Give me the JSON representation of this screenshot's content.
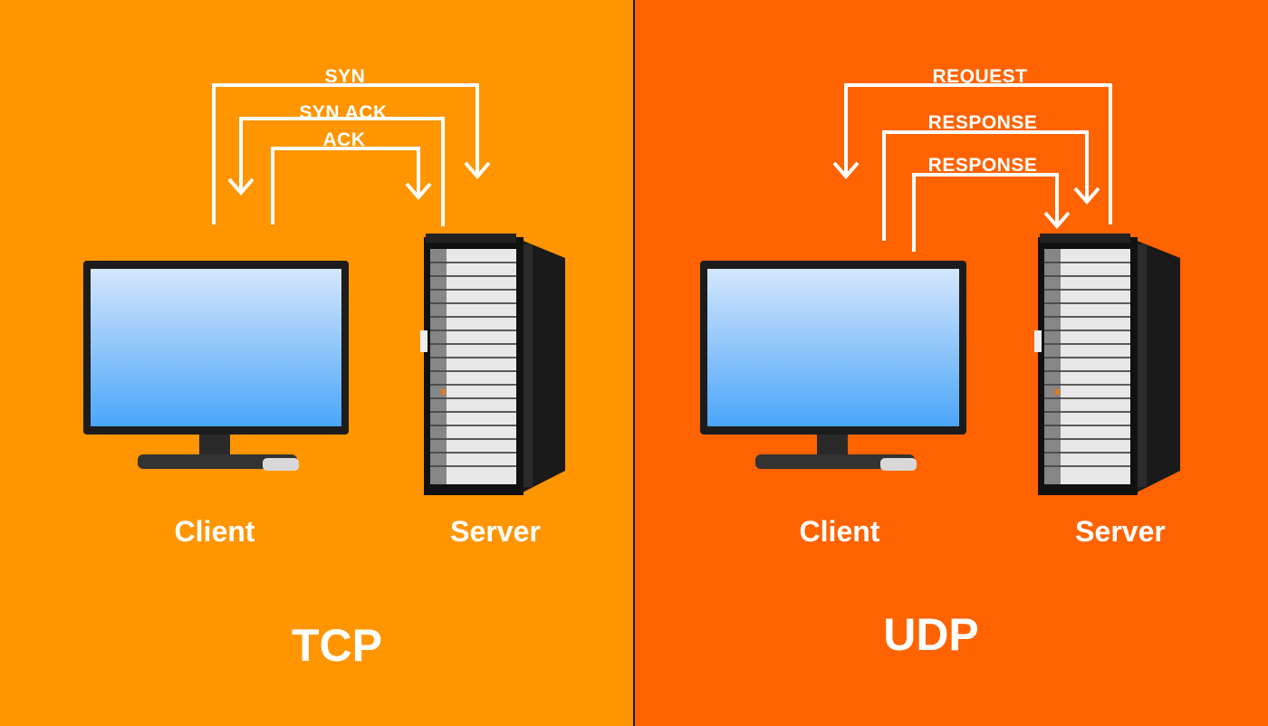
{
  "colors": {
    "tcp_background": "#FF9500",
    "udp_background": "#FF6300",
    "line": "#FFFFFF",
    "screen_top": "#D4E6FB",
    "screen_bottom": "#4BA6FA"
  },
  "icons": {
    "client": "monitor-icon",
    "server": "server-rack-icon"
  },
  "tcp": {
    "title": "TCP",
    "client_label": "Client",
    "server_label": "Server",
    "messages": [
      "SYN",
      "SYN ACK",
      "ACK"
    ]
  },
  "udp": {
    "title": "UDP",
    "client_label": "Client",
    "server_label": "Server",
    "messages": [
      "REQUEST",
      "RESPONSE",
      "RESPONSE"
    ]
  }
}
